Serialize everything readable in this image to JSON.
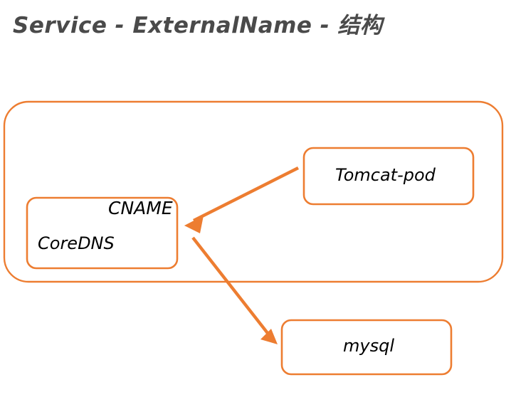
{
  "diagram": {
    "title": "Service - ExternalName - 结构",
    "title_color": "#4a4a4a",
    "accent_color": "#ED7D31",
    "background_color": "#FFFFFF",
    "label_color": "#000000",
    "cluster": {
      "name": "cluster-boundary",
      "label": ""
    },
    "nodes": {
      "coredns": {
        "label": "CoreDNS",
        "annotation": "CNAME"
      },
      "tomcat": {
        "label": "Tomcat-pod"
      },
      "mysql": {
        "label": "mysql"
      }
    },
    "edges": [
      {
        "name": "tomcat-to-coredns",
        "from": "Tomcat-pod",
        "to": "CoreDNS",
        "label": "",
        "direction": "down-left"
      },
      {
        "name": "coredns-to-mysql",
        "from": "CoreDNS",
        "to": "mysql",
        "label": "",
        "direction": "down-right"
      }
    ]
  }
}
